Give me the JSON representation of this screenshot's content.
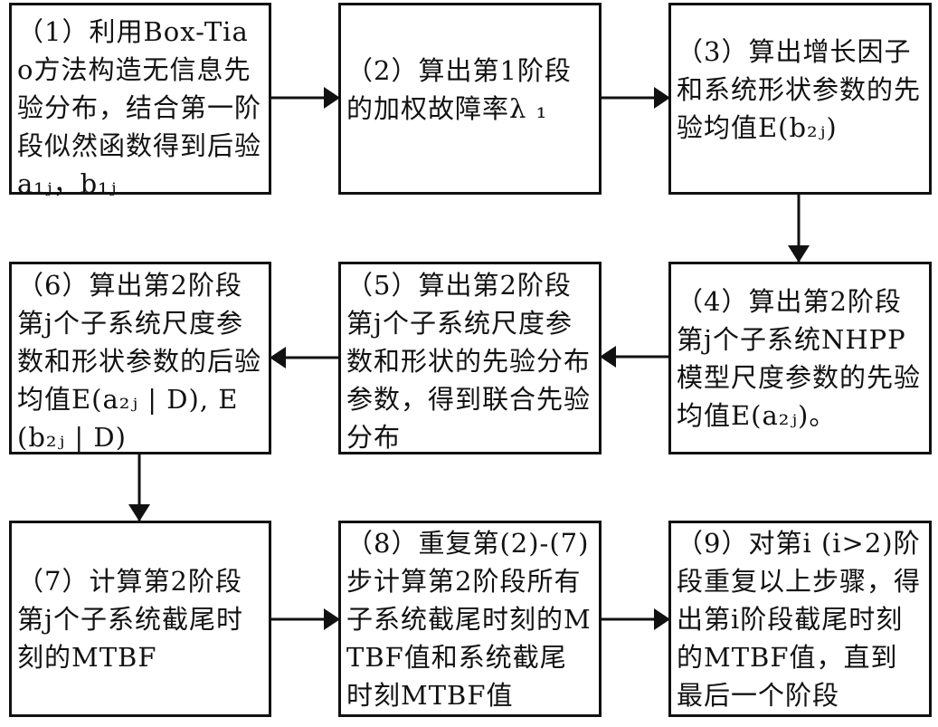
{
  "steps": [
    {
      "id": 1,
      "text": "（1）利用Box-Tiao方法构造无信息先验分布，结合第一阶段似然函数得到后验a₁ⱼ，b₁ⱼ"
    },
    {
      "id": 2,
      "text": "（2）算出第1阶段的加权故障率λ ₁"
    },
    {
      "id": 3,
      "text": "（3）算出增长因子和系统形状参数的先验均值E(b₂ⱼ)"
    },
    {
      "id": 4,
      "text": "（4）算出第2阶段第j个子系统NHPP模型尺度参数的先验均值E(a₂ⱼ)。"
    },
    {
      "id": 5,
      "text": "（5）算出第2阶段第j个子系统尺度参数和形状的先验分布参数，得到联合先验分布"
    },
    {
      "id": 6,
      "text": "（6）算出第2阶段第j个子系统尺度参数和形状参数的后验均值E(a₂ⱼ | D), E(b₂ⱼ | D)"
    },
    {
      "id": 7,
      "text": "（7）计算第2阶段第j个子系统截尾时刻的MTBF"
    },
    {
      "id": 8,
      "text": "（8）重复第(2)-(7)步计算第2阶段所有子系统截尾时刻的MTBF值和系统截尾时刻MTBF值"
    },
    {
      "id": 9,
      "text": "（9）对第i (i>2)阶段重复以上步骤，得出第i阶段截尾时刻的MTBF值，直到最后一个阶段"
    }
  ],
  "edges": [
    {
      "from": 1,
      "to": 2
    },
    {
      "from": 2,
      "to": 3
    },
    {
      "from": 3,
      "to": 4
    },
    {
      "from": 4,
      "to": 5
    },
    {
      "from": 5,
      "to": 6
    },
    {
      "from": 6,
      "to": 7
    },
    {
      "from": 7,
      "to": 8
    },
    {
      "from": 8,
      "to": 9
    }
  ]
}
